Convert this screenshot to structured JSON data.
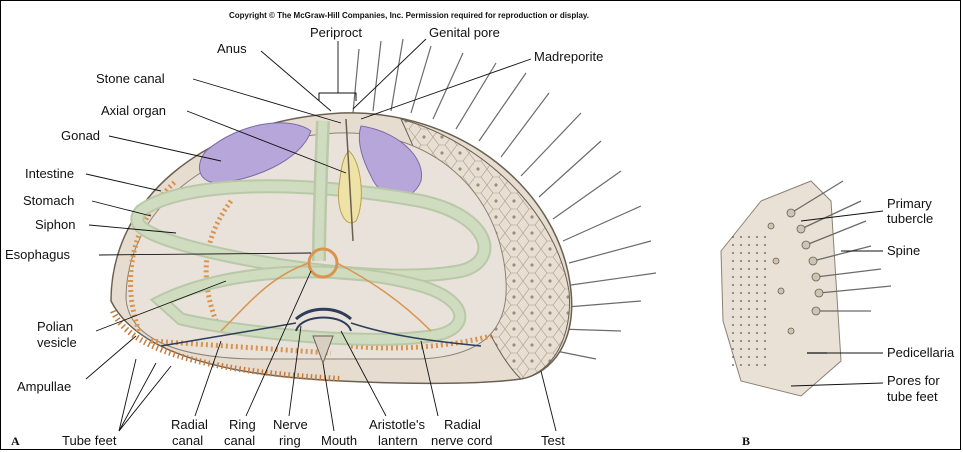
{
  "copyright": "Copyright © The McGraw-Hill Companies, Inc. Permission required for reproduction or display.",
  "panel_a": {
    "letter": "A",
    "labels": {
      "anus": "Anus",
      "periproct": "Periproct",
      "genital_pore": "Genital pore",
      "madreporite": "Madreporite",
      "stone_canal": "Stone canal",
      "axial_organ": "Axial organ",
      "gonad": "Gonad",
      "intestine": "Intestine",
      "stomach": "Stomach",
      "siphon": "Siphon",
      "esophagus": "Esophagus",
      "polian_vesicle_1": "Polian",
      "polian_vesicle_2": "vesicle",
      "ampullae": "Ampullae",
      "tube_feet": "Tube feet",
      "radial_canal_1": "Radial",
      "radial_canal_2": "canal",
      "ring_canal_1": "Ring",
      "ring_canal_2": "canal",
      "nerve_ring_1": "Nerve",
      "nerve_ring_2": "ring",
      "mouth": "Mouth",
      "aristotles_lantern_1": "Aristotle's",
      "aristotles_lantern_2": "lantern",
      "radial_nerve_cord_1": "Radial",
      "radial_nerve_cord_2": "nerve cord",
      "test": "Test"
    }
  },
  "panel_b": {
    "letter": "B",
    "labels": {
      "primary_tubercle_1": "Primary",
      "primary_tubercle_2": "tubercle",
      "spine": "Spine",
      "pedicellaria": "Pedicellaria",
      "pores_1": "Pores for",
      "pores_2": "tube feet"
    }
  },
  "colors": {
    "gonad": "#b7a6d9",
    "intestine": "#cfdcc0",
    "axial_organ": "#efe2a6",
    "test": "#e6ddd0",
    "ampullae": "#d9944f",
    "nerve": "#2d3e5a"
  }
}
